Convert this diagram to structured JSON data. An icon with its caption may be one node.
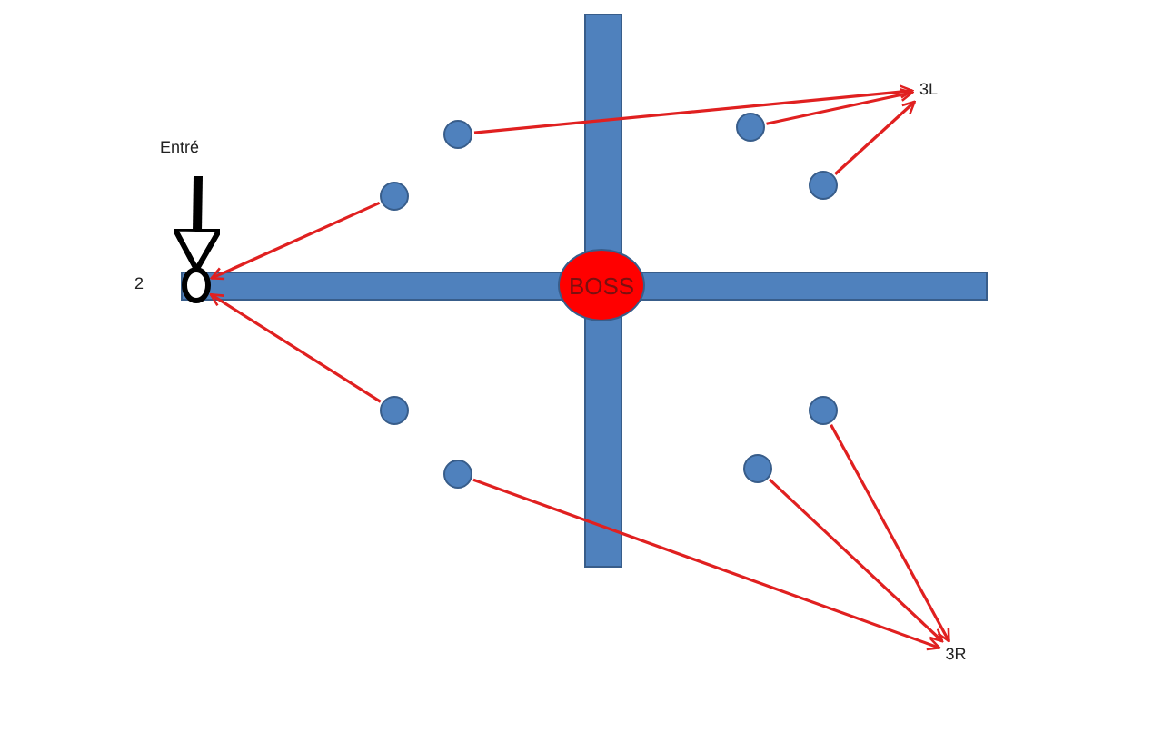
{
  "diagram": {
    "nodes": [
      {
        "text": [
          "3L"
        ]
      },
      {
        "text": [],
        "shape": "circle"
      },
      {
        "text": [],
        "shape": "circle"
      },
      {
        "text": [],
        "shape": "circle"
      },
      {
        "text": [],
        "shape": "circle"
      },
      {
        "text": [],
        "shape": "circle",
        "beside": [
          "2"
        ]
      },
      {
        "text": [
          "BOSS"
        ]
      },
      {
        "text": [],
        "shape": "circle"
      },
      {
        "text": [],
        "shape": "circle"
      },
      {
        "text": [],
        "shape": "circle"
      },
      {
        "text": [],
        "shape": "circle"
      },
      {
        "text": [
          "3R"
        ]
      }
    ],
    "edges": [
      {
        "from": 2,
        "to": 0,
        "arrow": "to"
      },
      {
        "from": 1,
        "to": 0,
        "arrow": "to"
      },
      {
        "from": 3,
        "to": 0,
        "arrow": "to"
      },
      {
        "from": 4,
        "to": 5,
        "arrow": "to"
      },
      {
        "from": 7,
        "to": 5,
        "arrow": "to"
      },
      {
        "from": 10,
        "to": 11,
        "arrow": "to"
      },
      {
        "from": 9,
        "to": 11,
        "arrow": "to"
      },
      {
        "from": 8,
        "to": 11,
        "arrow": "to"
      },
      {
        "from": null,
        "to": 5,
        "arrow": "to",
        "style": "thick",
        "color": "#000000"
      }
    ],
    "labels": [
      "Entré"
    ]
  }
}
